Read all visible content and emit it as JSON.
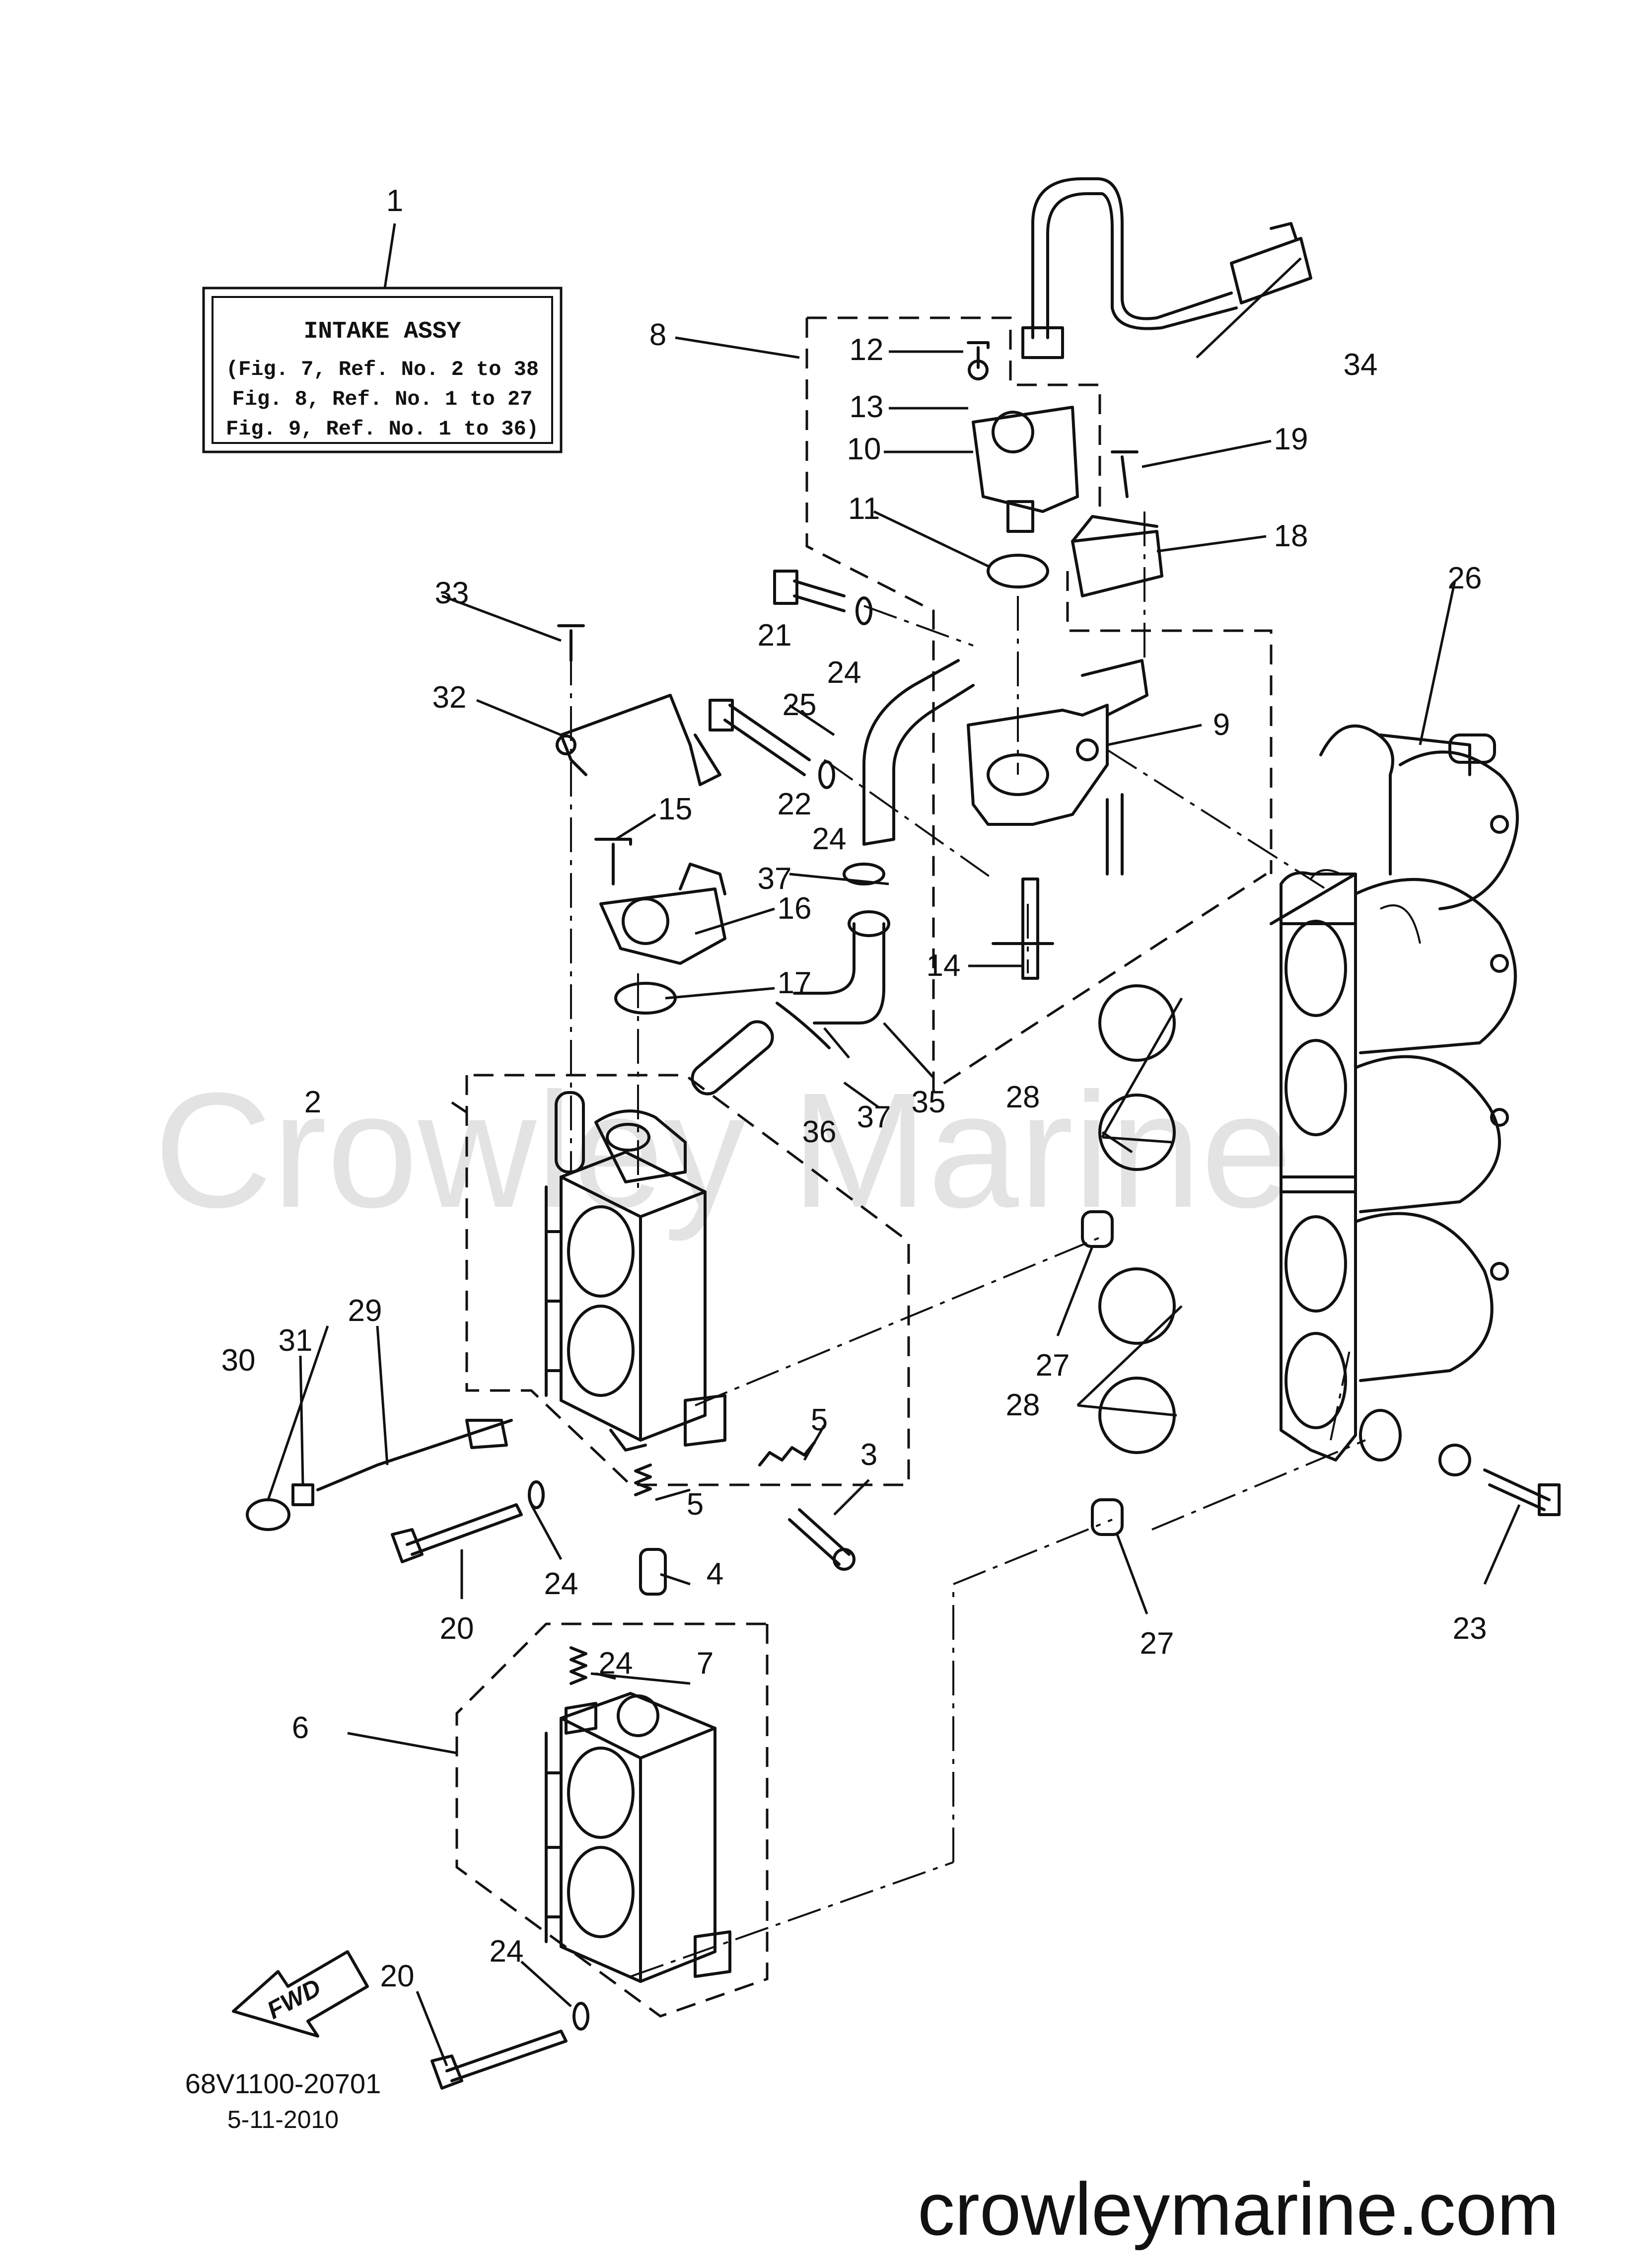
{
  "legend": {
    "ref": "1",
    "title": "INTAKE ASSY",
    "lines": [
      "(Fig. 7, Ref. No. 2 to 38",
      "Fig. 8, Ref. No. 1 to 27",
      "Fig. 9, Ref. No. 1 to 36)"
    ]
  },
  "callouts": [
    "1",
    "2",
    "3",
    "4",
    "5",
    "5",
    "6",
    "7",
    "8",
    "9",
    "10",
    "11",
    "12",
    "13",
    "14",
    "15",
    "16",
    "17",
    "18",
    "19",
    "20",
    "20",
    "21",
    "22",
    "23",
    "24",
    "24",
    "24",
    "24",
    "24",
    "25",
    "26",
    "27",
    "27",
    "28",
    "28",
    "29",
    "30",
    "31",
    "32",
    "33",
    "34",
    "35",
    "36",
    "37",
    "37"
  ],
  "direction_label": "FWD",
  "part_number": "68V1100-20701",
  "date": "5-11-2010",
  "watermark": "Crowley Marine",
  "website": "crowleymarine.com"
}
